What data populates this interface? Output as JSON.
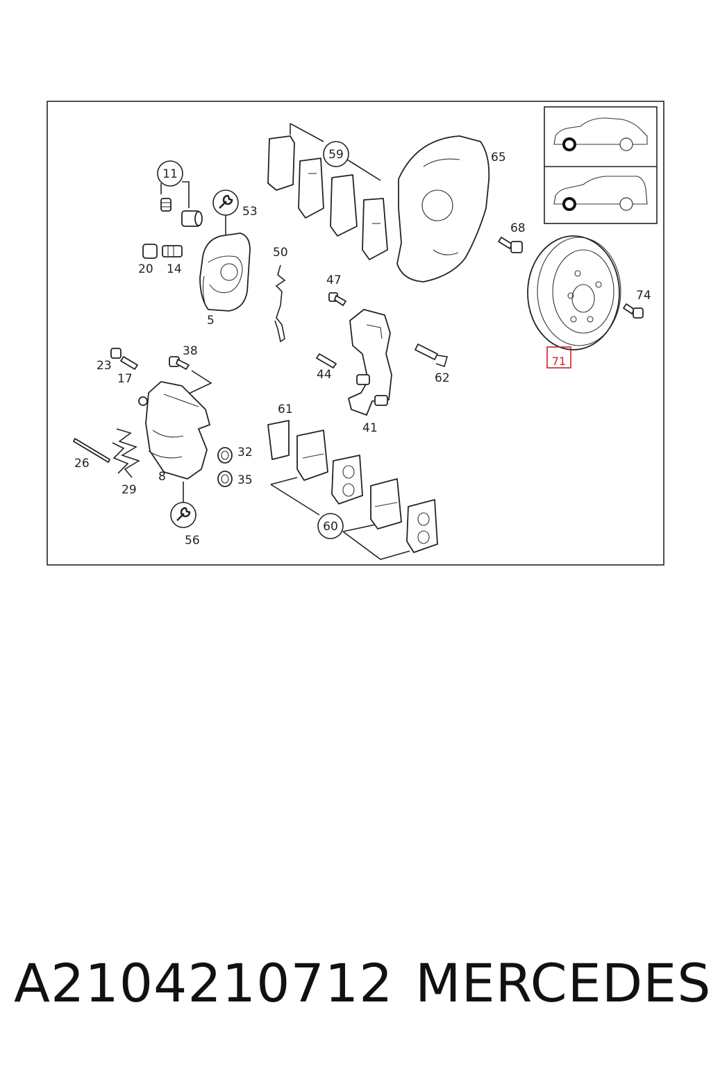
{
  "diagram": {
    "callouts": [
      {
        "id": "c11",
        "text": "11"
      },
      {
        "id": "c53",
        "text": "53"
      },
      {
        "id": "c20",
        "text": "20"
      },
      {
        "id": "c14",
        "text": "14"
      },
      {
        "id": "c5",
        "text": "5"
      },
      {
        "id": "c50",
        "text": "50"
      },
      {
        "id": "c59",
        "text": "59"
      },
      {
        "id": "c65",
        "text": "65"
      },
      {
        "id": "c68",
        "text": "68"
      },
      {
        "id": "c47",
        "text": "47"
      },
      {
        "id": "c74",
        "text": "74"
      },
      {
        "id": "c71",
        "text": "71"
      },
      {
        "id": "c38",
        "text": "38"
      },
      {
        "id": "c23",
        "text": "23"
      },
      {
        "id": "c17",
        "text": "17"
      },
      {
        "id": "c44",
        "text": "44"
      },
      {
        "id": "c62",
        "text": "62"
      },
      {
        "id": "c61",
        "text": "61"
      },
      {
        "id": "c41",
        "text": "41"
      },
      {
        "id": "c26",
        "text": "26"
      },
      {
        "id": "c32",
        "text": "32"
      },
      {
        "id": "c35",
        "text": "35"
      },
      {
        "id": "c29",
        "text": "29"
      },
      {
        "id": "c8",
        "text": "8"
      },
      {
        "id": "c60",
        "text": "60"
      },
      {
        "id": "c56",
        "text": "56"
      }
    ],
    "highlighted_callout": "71",
    "highlight_color": "#cc2222"
  },
  "caption": {
    "part_number": "A2104210712",
    "brand": "MERCEDES"
  }
}
